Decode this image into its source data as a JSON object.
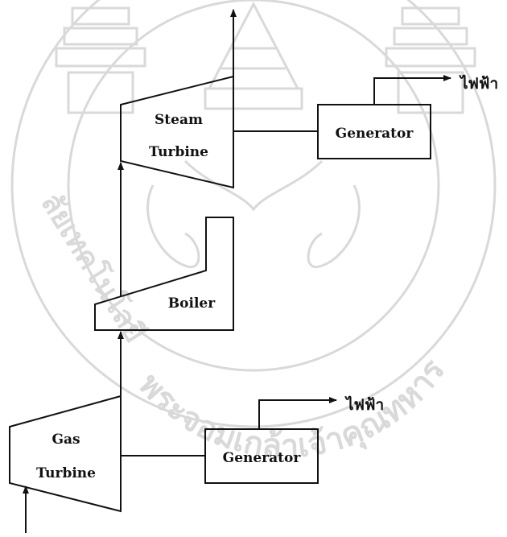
{
  "diagram": {
    "steam_turbine": {
      "line1": "Steam",
      "line2": "Turbine"
    },
    "top_generator": {
      "label": "Generator"
    },
    "top_output": {
      "label": "ไฟฟ้า"
    },
    "boiler": {
      "label": "Boiler"
    },
    "gas_turbine": {
      "line1": "Gas",
      "line2": "Turbine"
    },
    "bottom_generator": {
      "label": "Generator"
    },
    "bottom_output": {
      "label": "ไฟฟ้า"
    }
  },
  "watermark": {
    "arc_text": "พระจอมเกล้าเจ้าคุณทหาร",
    "left_text": "ลัยเทคโนโลยี"
  },
  "colors": {
    "line": "#111111",
    "watermark": "#d9d9d9",
    "background": "#ffffff"
  }
}
